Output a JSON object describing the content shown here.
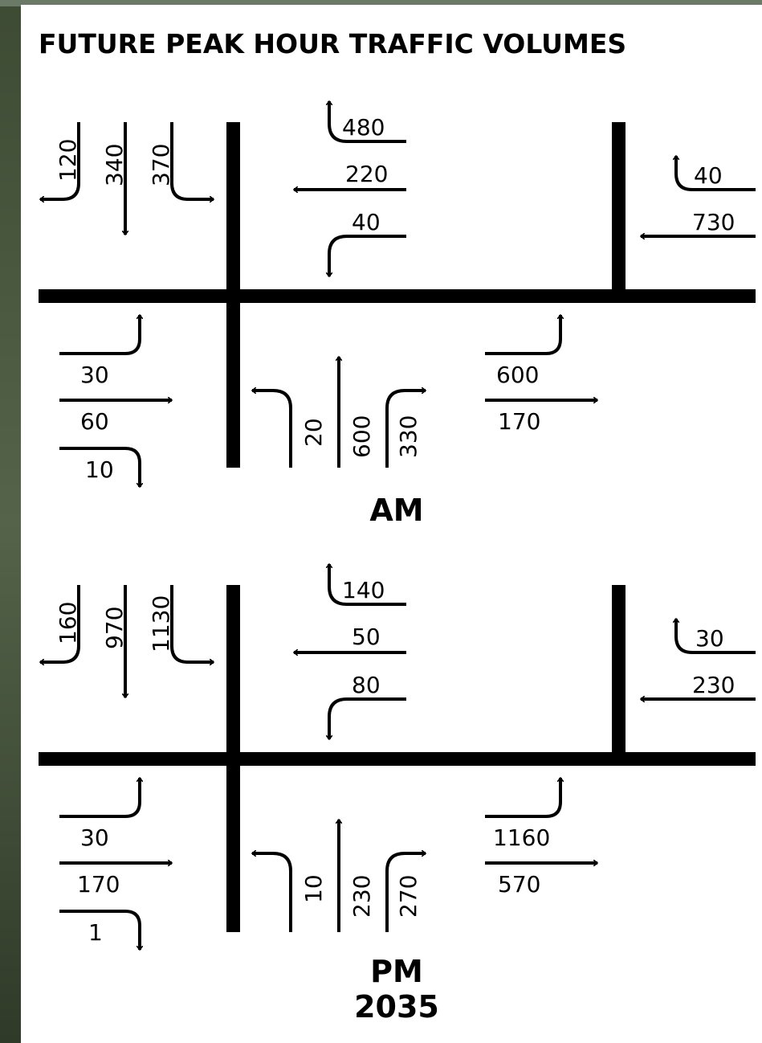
{
  "title": "FUTURE PEAK HOUR TRAFFIC VOLUMES",
  "am": {
    "label": "AM",
    "north_approach": {
      "right": "120",
      "through": "340",
      "left": "370"
    },
    "east_approach_west": {
      "u_turn": "480",
      "through": "220",
      "left": "40"
    },
    "east_approach_east": {
      "u_turn": "40",
      "through": "730"
    },
    "west_approach": {
      "u_turn": "30",
      "through": "60",
      "right": "10"
    },
    "south_approach": {
      "left": "20",
      "through": "600",
      "right": "330"
    },
    "west_approach_east": {
      "u_turn": "600",
      "through": "170"
    }
  },
  "pm": {
    "label": "PM",
    "year": "2035",
    "north_approach": {
      "right": "160",
      "through": "970",
      "left": "1130"
    },
    "east_approach_west": {
      "u_turn": "140",
      "through": "50",
      "left": "80"
    },
    "east_approach_east": {
      "u_turn": "30",
      "through": "230"
    },
    "west_approach": {
      "u_turn": "30",
      "through": "170",
      "right": "1"
    },
    "south_approach": {
      "left": "10",
      "through": "230",
      "right": "270"
    },
    "west_approach_east": {
      "u_turn": "1160",
      "through": "570"
    }
  },
  "colors": {
    "background_panel": "#ffffff",
    "ink": "#000000",
    "aerial": "#3d4a33"
  }
}
